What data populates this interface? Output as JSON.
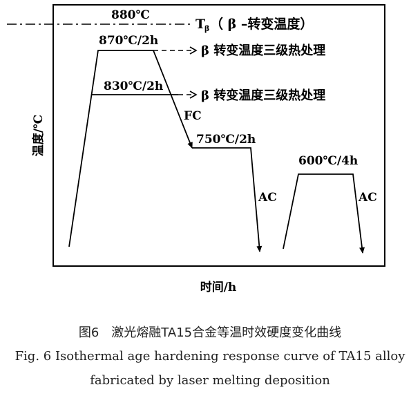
{
  "diagram": {
    "y_axis_label": "温度/℃",
    "x_axis_label": "时间/h",
    "t_beta_temp": "880℃",
    "t_beta_symbol": "T",
    "t_beta_subscript": "β",
    "t_beta_desc": "（ β –转变温度）",
    "step1_label": "870℃/2h",
    "step1_note": "β 转变温度三级热处理",
    "step2_label": "830℃/2h",
    "step2_note": "β 转变温度三级热处理",
    "fc_label": "FC",
    "step3_label": "750℃/2h",
    "ac_label_1": "AC",
    "step4_label": "600℃/4h",
    "ac_label_2": "AC"
  },
  "caption": {
    "cn": "图6　激光熔融TA15合金等温时效硬度变化曲线",
    "en_line1": "Fig. 6 Isothermal age hardening response curve of TA15 alloy",
    "en_line2": "fabricated by laser melting deposition"
  }
}
